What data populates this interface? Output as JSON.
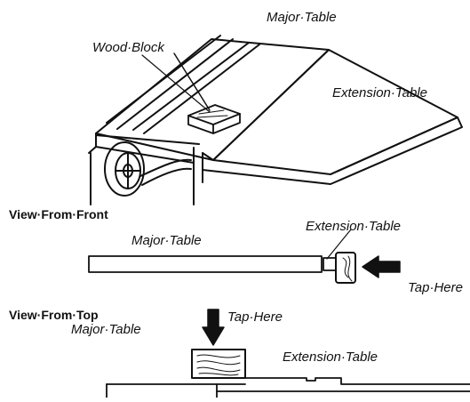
{
  "labels": {
    "major_table_top": "Major·Table",
    "wood_block": "Wood·Block",
    "extension_table_top": "Extension·Table",
    "view_from_front": "View·From·Front",
    "extension_table_front": "Extension·Table",
    "major_table_front": "Major·Table",
    "tap_here_front": "Tap·Here",
    "view_from_top": "View·From·Top",
    "tap_here_top": "Tap·Here",
    "major_table_bottom": "Major·Table",
    "extension_table_bottom": "Extension·Table"
  },
  "colors": {
    "line": "#111111",
    "background": "#ffffff"
  }
}
